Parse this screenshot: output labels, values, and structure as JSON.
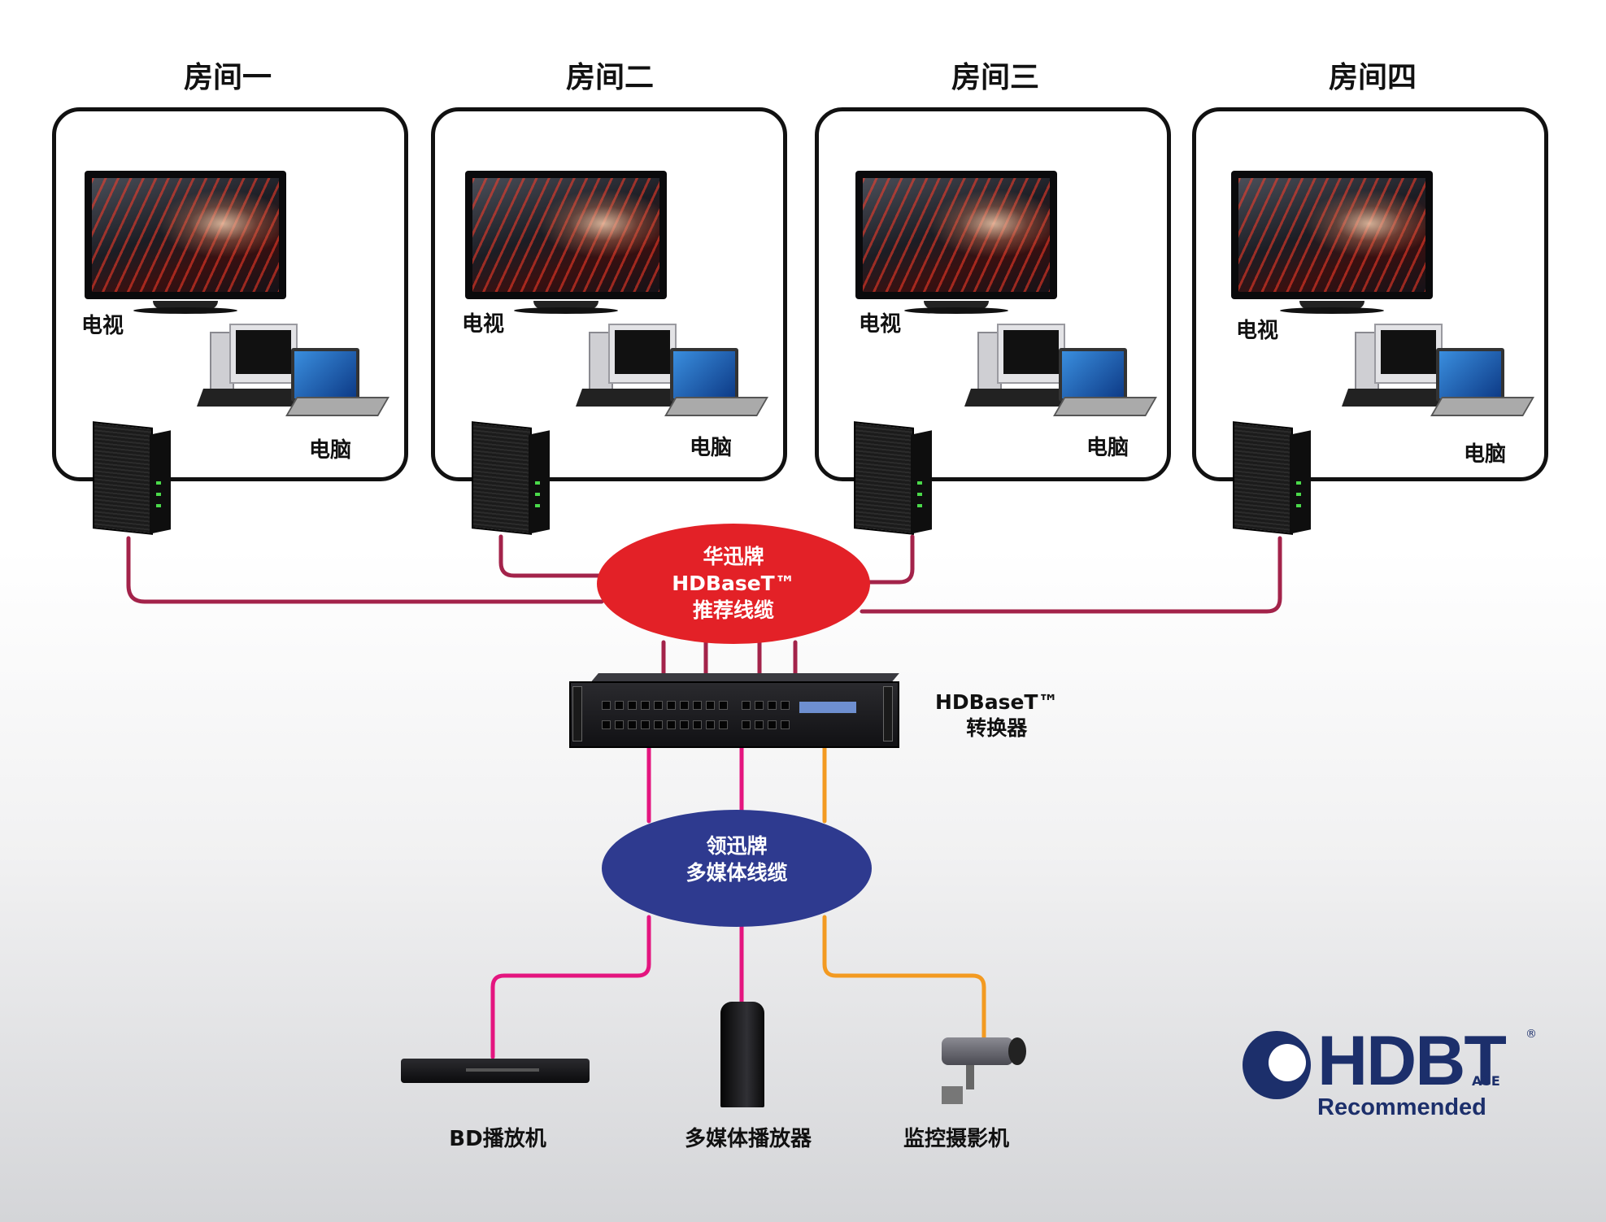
{
  "rooms": [
    {
      "title": "房间一",
      "tv_label": "电视",
      "pc_label": "电脑"
    },
    {
      "title": "房间二",
      "tv_label": "电视",
      "pc_label": "电脑"
    },
    {
      "title": "房间三",
      "tv_label": "电视",
      "pc_label": "电脑"
    },
    {
      "title": "房间四",
      "tv_label": "电视",
      "pc_label": "电脑"
    }
  ],
  "hdbaset_cable": {
    "line1": "华迅牌",
    "line2": "HDBaseT™",
    "line3": "推荐线缆"
  },
  "converter": {
    "line1": "HDBaseT™",
    "line2": "转换器"
  },
  "multimedia_cable": {
    "line1": "领迅牌",
    "line2": "多媒体线缆"
  },
  "sources": [
    {
      "label": "BD播放机"
    },
    {
      "label": "多媒体播放器"
    },
    {
      "label": "监控摄影机"
    }
  ],
  "logo": {
    "word": "HDBT",
    "suffix": "ASE",
    "reg": "®",
    "tagline": "Recommended"
  },
  "colors": {
    "hdbaset_ellipse": "#e32127",
    "multimedia_ellipse": "#2e3a8f",
    "hdbaset_wire": "#a3234a",
    "pink_wire": "#e4157f",
    "orange_wire": "#f39a21",
    "logo_blue": "#1c2f6b"
  }
}
